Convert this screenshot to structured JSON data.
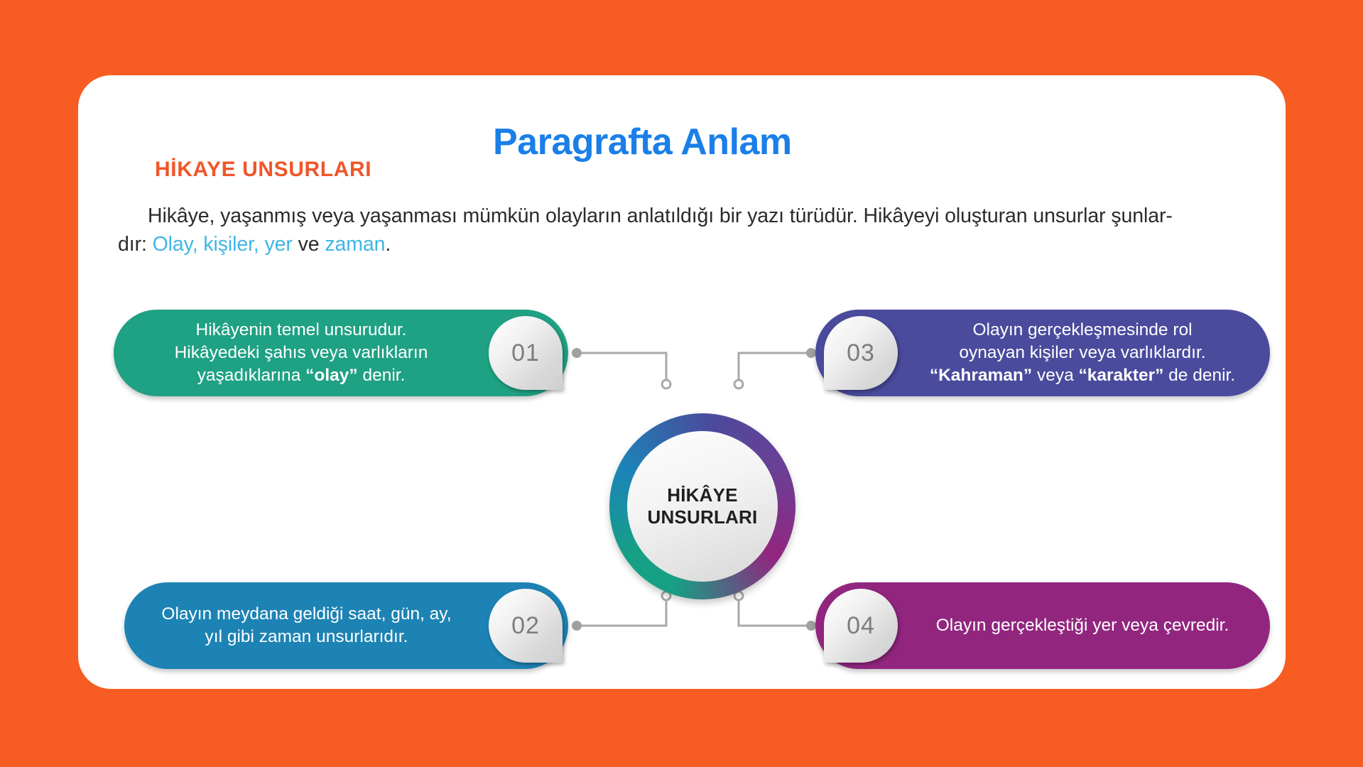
{
  "page": {
    "background_color": "#F75C22",
    "card_color": "#FFFFFF"
  },
  "header": {
    "kicker": "HİKAYE UNSURLARI",
    "kicker_color": "#F0562A",
    "title": "Paragrafta Anlam",
    "title_color": "#1A7FE8"
  },
  "intro": {
    "line1_part1": "Hikâye, yaşanmış veya yaşanması mümkün olayların anlatıldığı bir yazı türüdür. Hikâyeyi oluşturan unsurlar şunlar-",
    "line2_lead": "dır: ",
    "line2_highlight1": "Olay, kişiler, yer",
    "line2_mid": " ve ",
    "line2_highlight2": "zaman",
    "line2_end": ".",
    "highlight_color": "#3FB6E5"
  },
  "center": {
    "label": "HİKÂYE\nUNSURLARI",
    "ring_colors": [
      "#16A085",
      "#1B84B8",
      "#4A4B9D",
      "#6B3F95",
      "#92267F"
    ]
  },
  "items": [
    {
      "number": "01",
      "color": "#1FA183",
      "position": "top-left",
      "text_pre": "Hikâyenin temel unsurudur.\nHikâyedeki şahıs veya varlıkların\nyaşadıklarına ",
      "text_bold": "“olay”",
      "text_post": " denir."
    },
    {
      "number": "02",
      "color": "#1D83B4",
      "position": "bottom-left",
      "text_pre": "Olayın meydana geldiği saat, gün, ay,\nyıl gibi zaman unsurlarıdır.",
      "text_bold": "",
      "text_post": ""
    },
    {
      "number": "03",
      "color": "#4A4B9D",
      "position": "top-right",
      "text_pre": "Olayın gerçekleşmesinde rol\noynayan kişiler veya varlıklardır.\n",
      "text_bold": "“Kahraman”",
      "text_mid": " veya ",
      "text_bold2": "“karakter”",
      "text_post": " de denir."
    },
    {
      "number": "04",
      "color": "#92267F",
      "position": "bottom-right",
      "text_pre": "Olayın gerçekleştiği yer veya çevredir.",
      "text_bold": "",
      "text_post": ""
    }
  ]
}
